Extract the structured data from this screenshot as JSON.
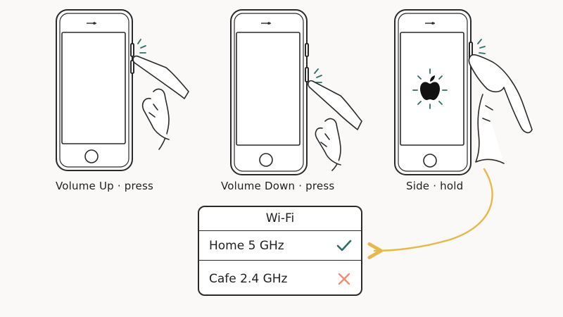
{
  "steps": [
    {
      "label": "Volume Up · press"
    },
    {
      "label": "Volume Down · press"
    },
    {
      "label": "Side · hold"
    }
  ],
  "wifi": {
    "title": "Wi-Fi",
    "networks": [
      {
        "name": "Home 5 GHz",
        "status_icon": "check-icon",
        "status_color": "#2f6e66"
      },
      {
        "name": "Cafe 2.4 GHz",
        "status_icon": "cross-icon",
        "status_color": "#f08c72"
      }
    ]
  },
  "colors": {
    "accent_teal": "#2f6e66",
    "arrow_gold": "#e5b94b",
    "cross_coral": "#f08c72"
  }
}
